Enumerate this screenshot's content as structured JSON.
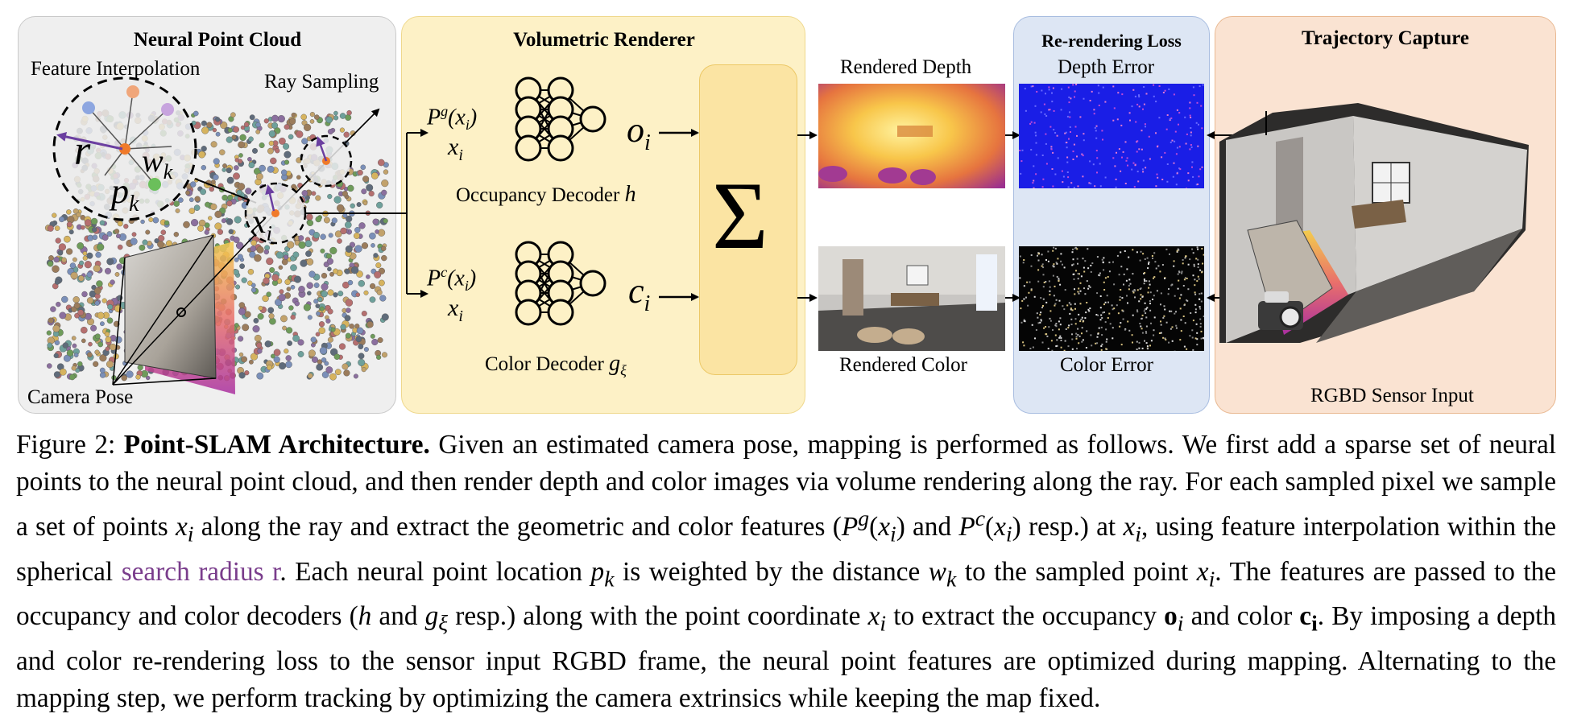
{
  "panels": {
    "point_cloud": {
      "title": "Neural Point Cloud",
      "feature_interp": "Feature Interpolation",
      "ray_sampling": "Ray Sampling",
      "camera_pose": "Camera Pose",
      "r": "r",
      "w_k": "w",
      "w_k_sub": "k",
      "p_k": "p",
      "p_k_sub": "k",
      "x_i": "x",
      "x_i_sub": "i"
    },
    "renderer": {
      "title": "Volumetric Renderer",
      "occupancy_decoder": "Occupancy Decoder",
      "occupancy_symbol": "h",
      "color_decoder": "Color Decoder",
      "color_symbol": "g",
      "color_symbol_sub": "ξ",
      "pg": "P",
      "pg_sup": "g",
      "pc": "P",
      "pc_sup": "c",
      "xi_arg": "(x",
      "xi_arg_sub": "i",
      "xi_arg_close": ")",
      "xi": "x",
      "xi_sub": "i",
      "o_i": "o",
      "o_sub": "i",
      "c_i": "c",
      "c_sub": "i",
      "sigma": "Σ"
    },
    "rendered": {
      "depth": "Rendered Depth",
      "color": "Rendered Color"
    },
    "loss": {
      "title": "Re-rendering Loss",
      "depth_error": "Depth Error",
      "color_error": "Color Error"
    },
    "trajectory": {
      "title": "Trajectory Capture",
      "sensor": "RGBD Sensor Input"
    }
  },
  "caption": {
    "figure_label": "Figure 2:",
    "heading": "Point-SLAM Architecture.",
    "link_text": "search radius r",
    "parts": [
      "Given an estimated camera pose, mapping is performed as follows. We first add a sparse set of neural points to the neural point cloud, and then render depth and color images via volume rendering along the ray. For each sampled pixel we sample a set of points",
      "along the ray and extract the geometric and color features",
      "resp.) at",
      ", using feature interpolation within the spherical",
      ". Each neural point location",
      "is weighted by the distance",
      "to the sampled point",
      ". The features are passed to the occupancy and color decoders (",
      "and",
      "resp.) along with the point coordinate",
      "to extract the occupancy",
      "and color",
      ". By imposing a depth and color re-rendering loss to the sensor input RGBD frame, the neural point features are optimized during mapping. Alternating to the mapping step, we perform tracking by optimizing the camera extrinsics while keeping the map fixed."
    ]
  },
  "colors": {
    "panel_gray": "#efefef",
    "panel_yellow": "#fdf1c6",
    "sigma_box": "#fbe4a3",
    "panel_blue": "#dde6f4",
    "panel_peach": "#fae3d2",
    "link": "#7a3d8c"
  }
}
